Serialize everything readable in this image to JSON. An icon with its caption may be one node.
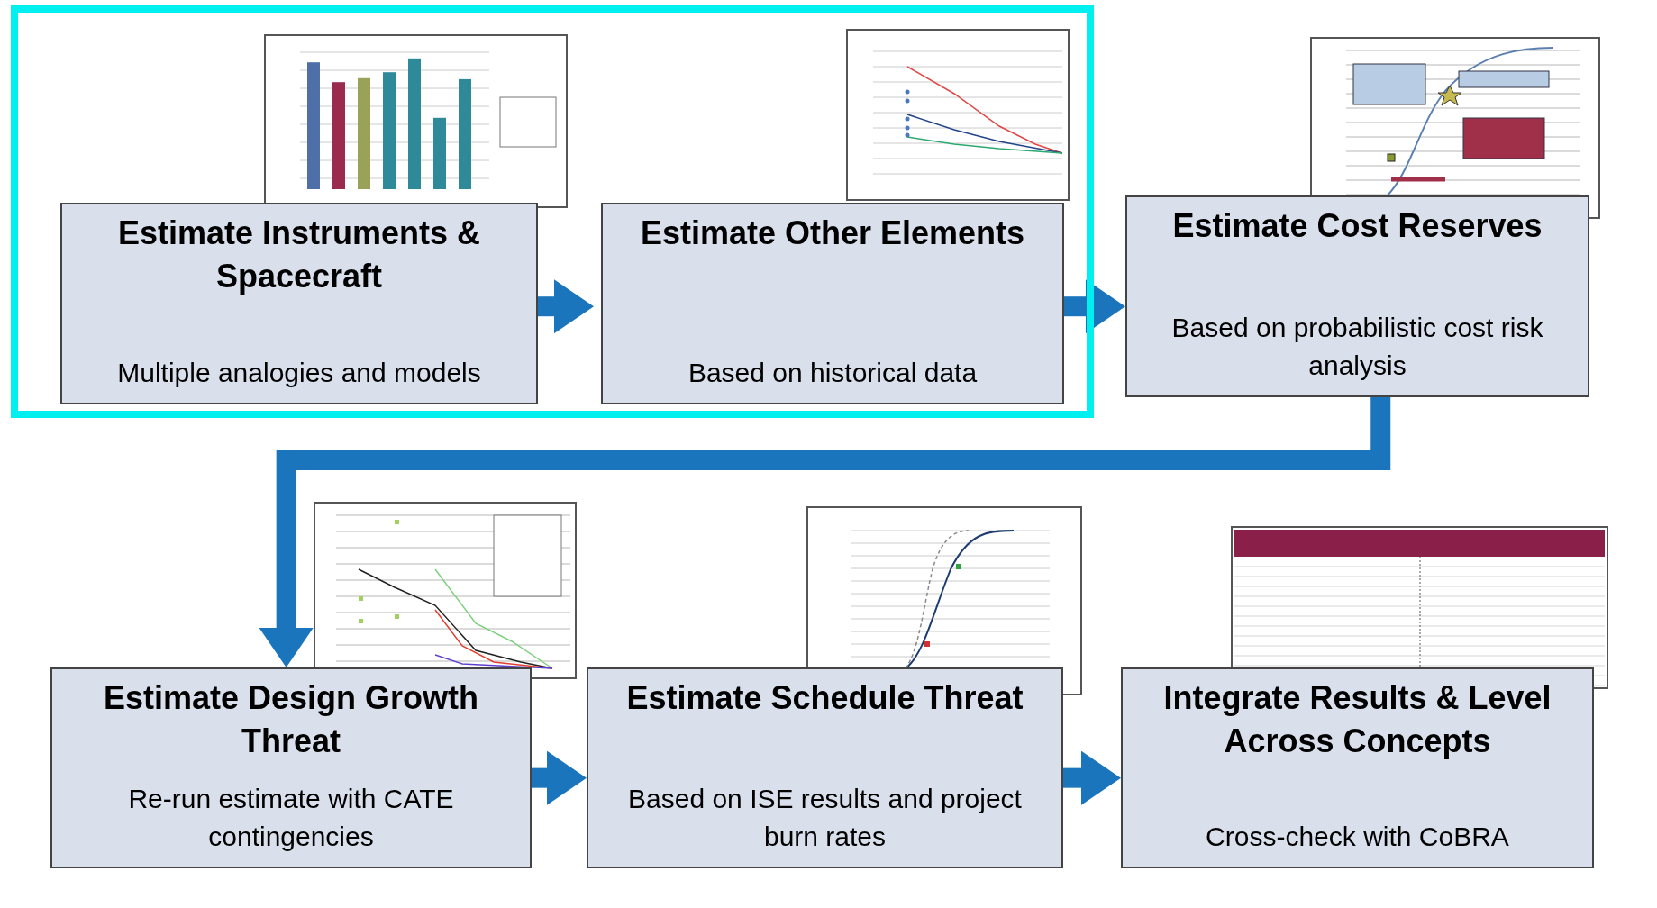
{
  "diagram": {
    "nodes": [
      {
        "text": [],
        "shape": "box"
      },
      {
        "text": [
          "Estimate Instruments & Spacecraft",
          "Multiple analogies and models"
        ],
        "in": 0
      },
      {
        "text": [
          "Estimate Other Elements",
          "Based on historical data"
        ],
        "in": 0
      },
      {
        "text": [
          "Estimate Cost Reserves",
          "Based on probabilistic cost risk analysis"
        ]
      },
      {
        "text": [
          "Estimate Design Growth Threat",
          "Re-run estimate with CATE contingencies"
        ]
      },
      {
        "text": [
          "Estimate Schedule Threat",
          "Based on ISE results and project burn rates"
        ]
      },
      {
        "text": [
          "Integrate Results & Level Across Concepts",
          "Cross-check with CoBRA"
        ]
      }
    ],
    "edges": [
      {
        "from": 1,
        "to": 2,
        "arrow": "to"
      },
      {
        "from": 2,
        "to": 3,
        "arrow": "to"
      },
      {
        "from": 3,
        "to": 4,
        "arrow": "to"
      },
      {
        "from": 4,
        "to": 5,
        "arrow": "to"
      },
      {
        "from": 5,
        "to": 6,
        "arrow": "to"
      }
    ]
  }
}
